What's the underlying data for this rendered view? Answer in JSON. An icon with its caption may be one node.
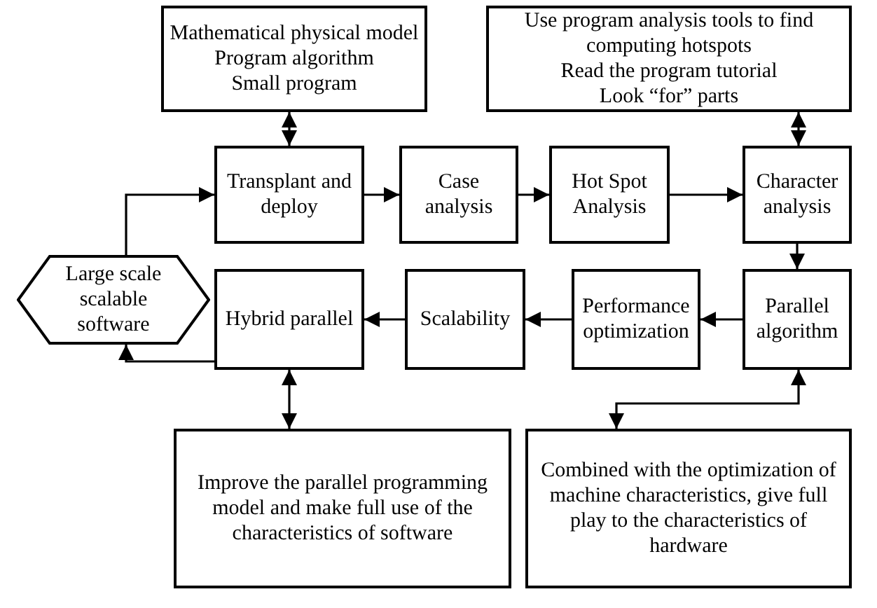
{
  "diagram": {
    "nodes": [
      {
        "text": [
          "Mathematical physical model",
          "Program algorithm",
          "Small program"
        ]
      },
      {
        "text": [
          "Use program analysis tools to find computing hotspots",
          "Read the program tutorial",
          "Look “for” parts"
        ]
      },
      {
        "text": [
          "Transplant and deploy"
        ]
      },
      {
        "text": [
          "Case analysis"
        ]
      },
      {
        "text": [
          "Hot Spot Analysis"
        ]
      },
      {
        "text": [
          "Character analysis"
        ]
      },
      {
        "text": [
          "Large scale scalable software"
        ]
      },
      {
        "text": [
          "Hybrid parallel"
        ]
      },
      {
        "text": [
          "Scalability"
        ]
      },
      {
        "text": [
          "Performance optimization"
        ]
      },
      {
        "text": [
          "Parallel algorithm"
        ]
      },
      {
        "text": [
          "Improve the parallel programming model and make full use of the characteristics of software"
        ]
      },
      {
        "text": [
          "Combined with the optimization of machine characteristics, give full play to the characteristics of hardware"
        ]
      }
    ],
    "edges": [
      {
        "from": 0,
        "to": 2,
        "arrow": "both"
      },
      {
        "from": 2,
        "to": 3,
        "arrow": "to"
      },
      {
        "from": 3,
        "to": 4,
        "arrow": "to"
      },
      {
        "from": 4,
        "to": 5,
        "arrow": "to"
      },
      {
        "from": 1,
        "to": 5,
        "arrow": "both"
      },
      {
        "from": 5,
        "to": 10,
        "arrow": "to"
      },
      {
        "from": 10,
        "to": 9,
        "arrow": "to"
      },
      {
        "from": 9,
        "to": 8,
        "arrow": "to"
      },
      {
        "from": 8,
        "to": 7,
        "arrow": "to"
      },
      {
        "from": 7,
        "to": 6,
        "arrow": "to"
      },
      {
        "from": 6,
        "to": 2,
        "arrow": "to"
      },
      {
        "from": 7,
        "to": 11,
        "arrow": "both"
      },
      {
        "from": 10,
        "to": 12,
        "arrow": "both"
      }
    ]
  }
}
